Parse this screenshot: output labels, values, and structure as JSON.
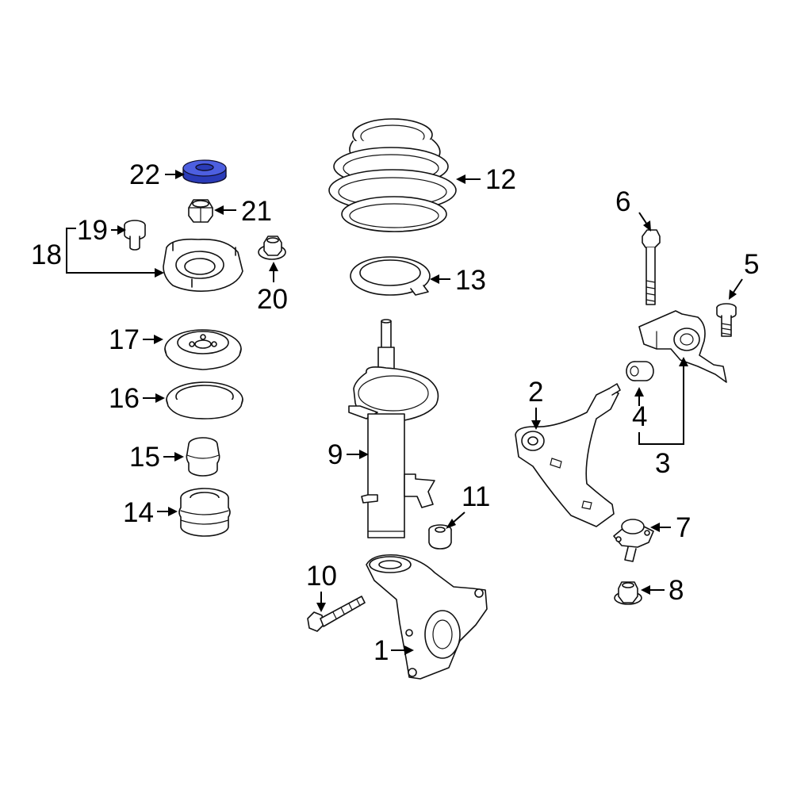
{
  "diagram": {
    "highlight_color": "#2a3bb8",
    "highlighted_part": "22",
    "callouts": {
      "c1": "1",
      "c2": "2",
      "c3": "3",
      "c4": "4",
      "c5": "5",
      "c6": "6",
      "c7": "7",
      "c8": "8",
      "c9": "9",
      "c10": "10",
      "c11": "11",
      "c12": "12",
      "c13": "13",
      "c14": "14",
      "c15": "15",
      "c16": "16",
      "c17": "17",
      "c18": "18",
      "c19": "19",
      "c20": "20",
      "c21": "21",
      "c22": "22"
    }
  }
}
